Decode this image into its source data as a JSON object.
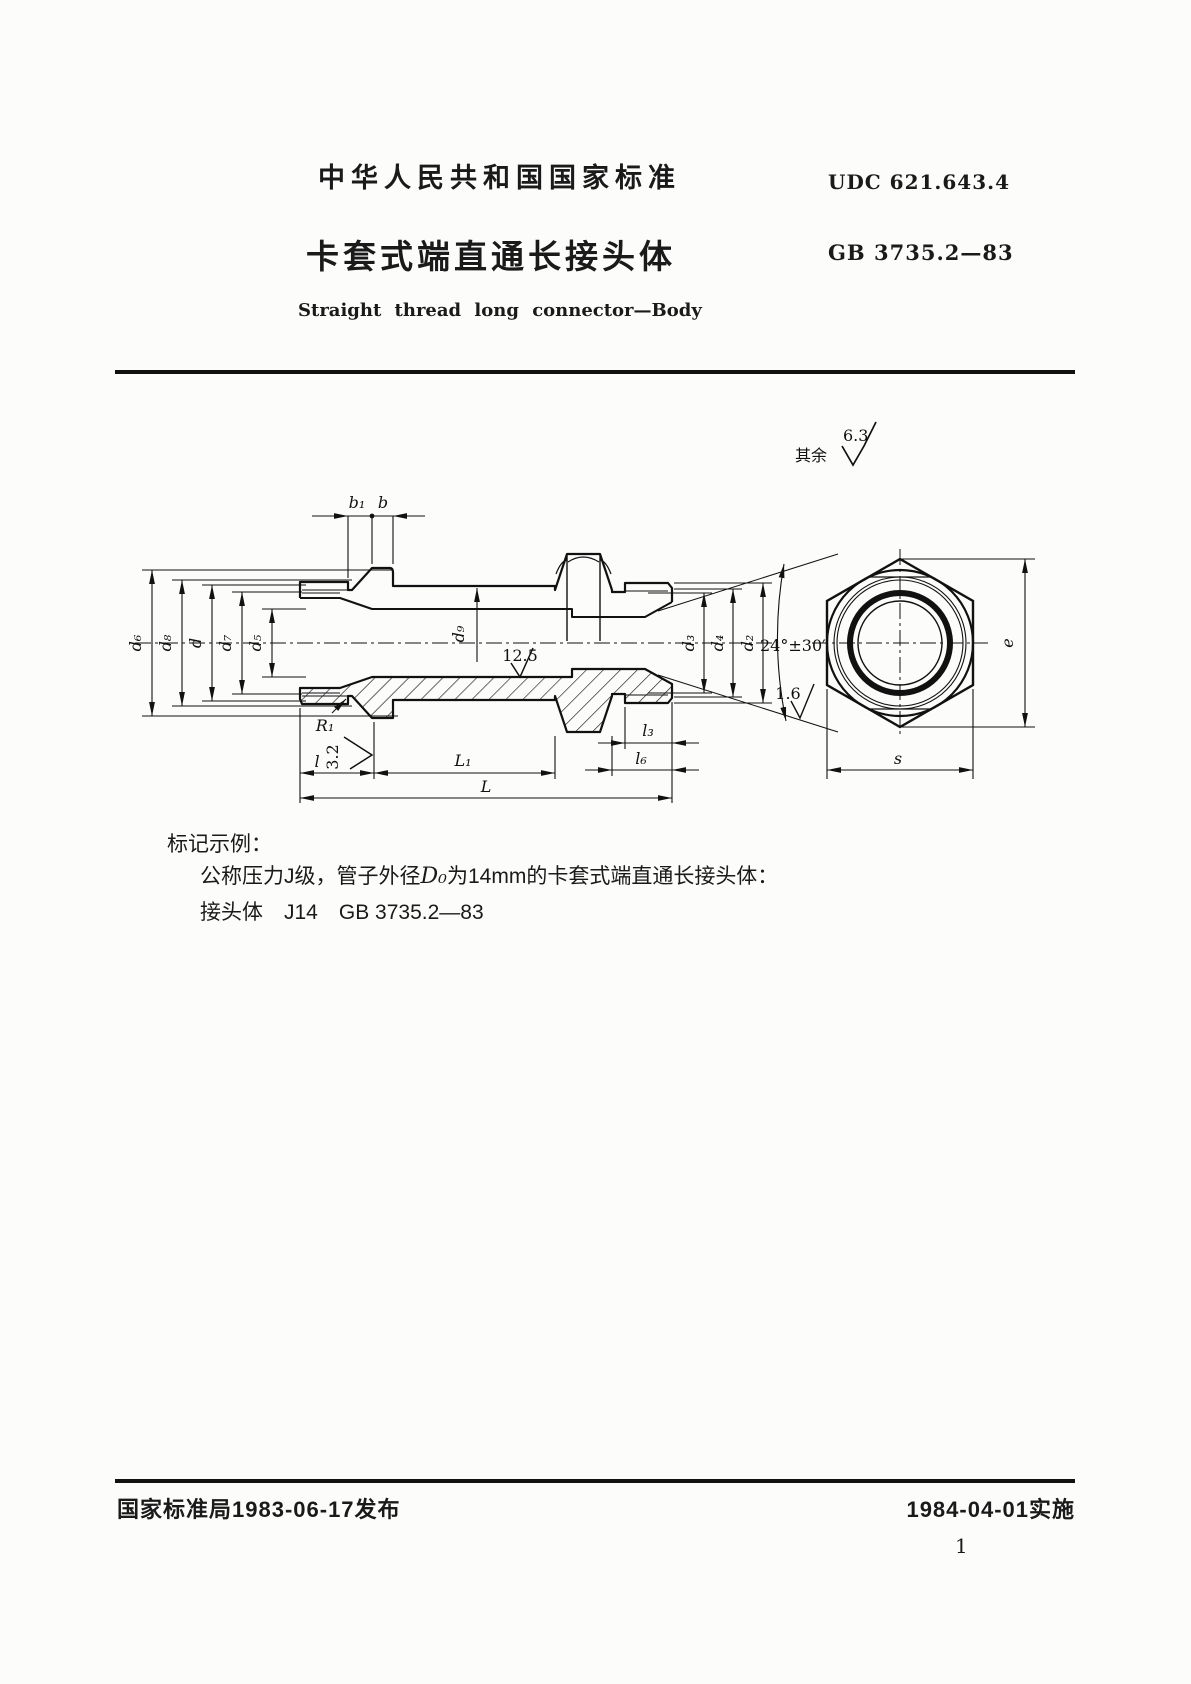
{
  "header": {
    "standard_name": "中华人民共和国国家标准",
    "udc": "UDC 621.643.4",
    "title_cn": "卡套式端直通长接头体",
    "code": "GB 3735.2—83",
    "title_en": "Straight thread long connector—Body"
  },
  "drawing": {
    "surface_note_prefix": "其余",
    "surface_note_value": "6.3",
    "roughness": {
      "bore": "12.5",
      "groove": "3.2",
      "cone": "1.6"
    },
    "angle": "24°±30′",
    "dims": {
      "b1": "b₁",
      "b": "b",
      "d6": "d₆",
      "d8": "d₈",
      "d": "d",
      "d7": "d₇",
      "d5": "d₅",
      "d9": "d₉",
      "r1": "R₁",
      "l": "l",
      "L1": "L₁",
      "L": "L",
      "l3": "l₃",
      "l6": "l₆",
      "d3": "d₃",
      "d4": "d₄",
      "d2": "d₂",
      "e": "e",
      "s": "s"
    }
  },
  "marking": {
    "heading": "标记示例：",
    "line1_pre": "公称压力J级，管子外径",
    "line1_d0": "D₀",
    "line1_post": "为14mm的卡套式端直通长接头体：",
    "line2": "接头体　J14　GB 3735.2—83"
  },
  "footer": {
    "issued": "国家标准局1983-06-17发布",
    "implemented": "1984-04-01实施",
    "page": "1"
  }
}
